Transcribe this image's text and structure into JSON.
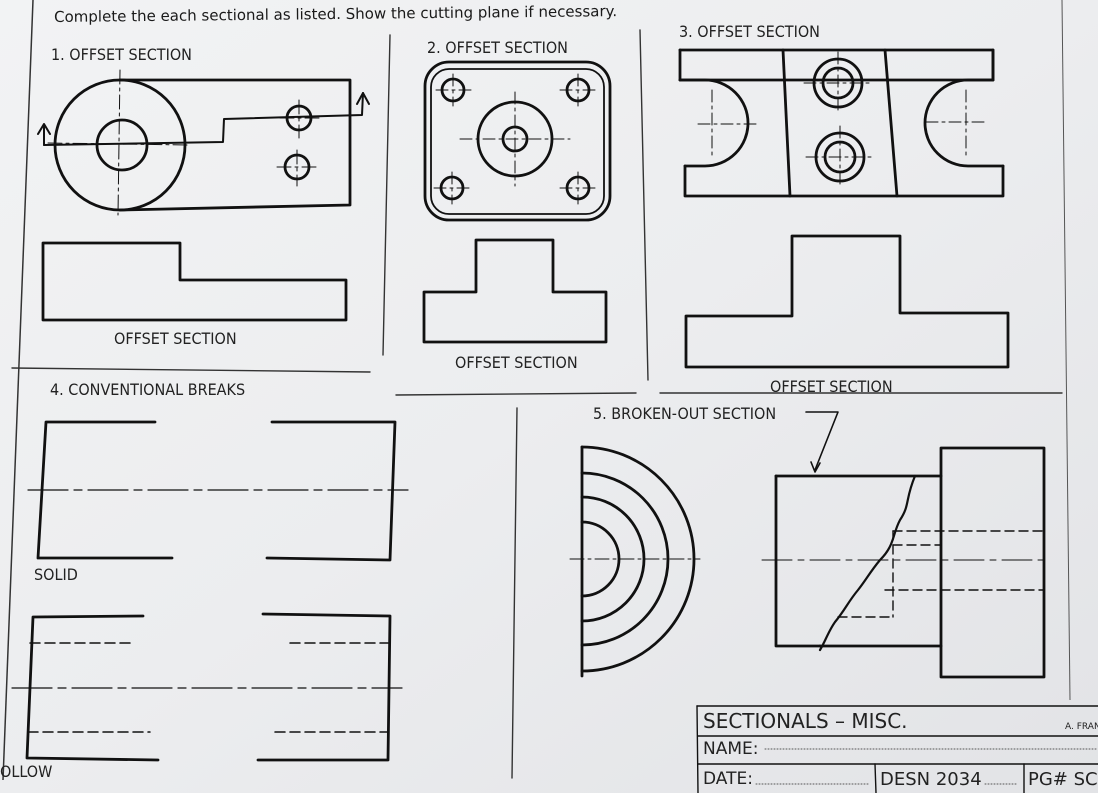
{
  "instructions": "Complete the each sectional as listed.  Show the cutting plane if necessary.",
  "problems": {
    "p1": {
      "title": "1. OFFSET SECTION",
      "label": "OFFSET SECTION"
    },
    "p2": {
      "title": "2. OFFSET SECTION",
      "label": "OFFSET SECTION"
    },
    "p3": {
      "title": "3. OFFSET SECTION",
      "label": "OFFSET SECTION"
    },
    "p4": {
      "title": "4. CONVENTIONAL BREAKS",
      "solid_label": "SOLID",
      "hollow_label": "OLLOW"
    },
    "p5": {
      "title": "5. BROKEN-OUT SECTION"
    }
  },
  "title_block": {
    "title": "SECTIONALS  –  MISC.",
    "author": "A. FRAN",
    "name_label": "NAME:",
    "date_label": "DATE:",
    "course": "DESN 2034",
    "page": "PG# SC"
  }
}
